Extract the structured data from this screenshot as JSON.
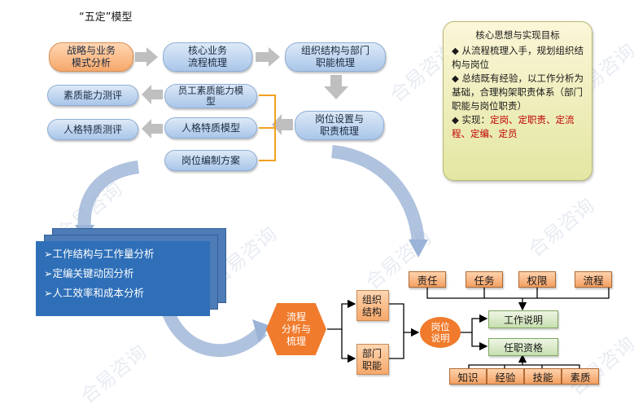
{
  "title": "“五定”模型",
  "top_row": {
    "strategy": "战略与业务\n模式分析",
    "core_process": "核心业务\n流程梳理",
    "org_structure": "组织结构与部门\n职能梳理"
  },
  "left_column": {
    "competency_eval": "素质能力测评",
    "competency_model": "员工素质能力模\n型",
    "personality_eval": "人格特质测评",
    "personality_model": "人格特质模型",
    "staffing_plan": "岗位编制方案",
    "position_setup": "岗位设置与\n职责梳理"
  },
  "note": {
    "heading": "核心思想与实现目标",
    "bullet_mark": "◆",
    "bullet1": "从流程梳理入手，规划组织结构与岗位",
    "bullet2": "总结既有经验，以工作分析为基础，合理构架职责体系（部门职能与岗位职责）",
    "bullet3_prefix": "实现：",
    "bullet3_red": "定岗、定职责、定流程、定编、定员"
  },
  "stack_items": [
    "➢工作结构与工作量分析",
    "➢定编关键动因分析",
    "➢人工效率和成本分析"
  ],
  "flow": {
    "hex": "流程\n分析与\n梳理",
    "org_box": "组织\n结构",
    "dept_box": "部门\n职能",
    "position_oval": "岗位\n说明",
    "job_desc": "工作说明",
    "qualification": "任职资格",
    "top_boxes": [
      "责任",
      "任务",
      "权限",
      "流程"
    ],
    "bottom_boxes": [
      "知识",
      "经验",
      "技能",
      "素质"
    ]
  },
  "colors": {
    "blue_fill": "#a9c6e9",
    "peach_fill": "#f6a86a",
    "orange": "#f07b2c",
    "note_fill": "#e3e6a2",
    "stack_blue": "#2e6fb8",
    "red": "#c00000"
  },
  "watermark": "合易咨询"
}
